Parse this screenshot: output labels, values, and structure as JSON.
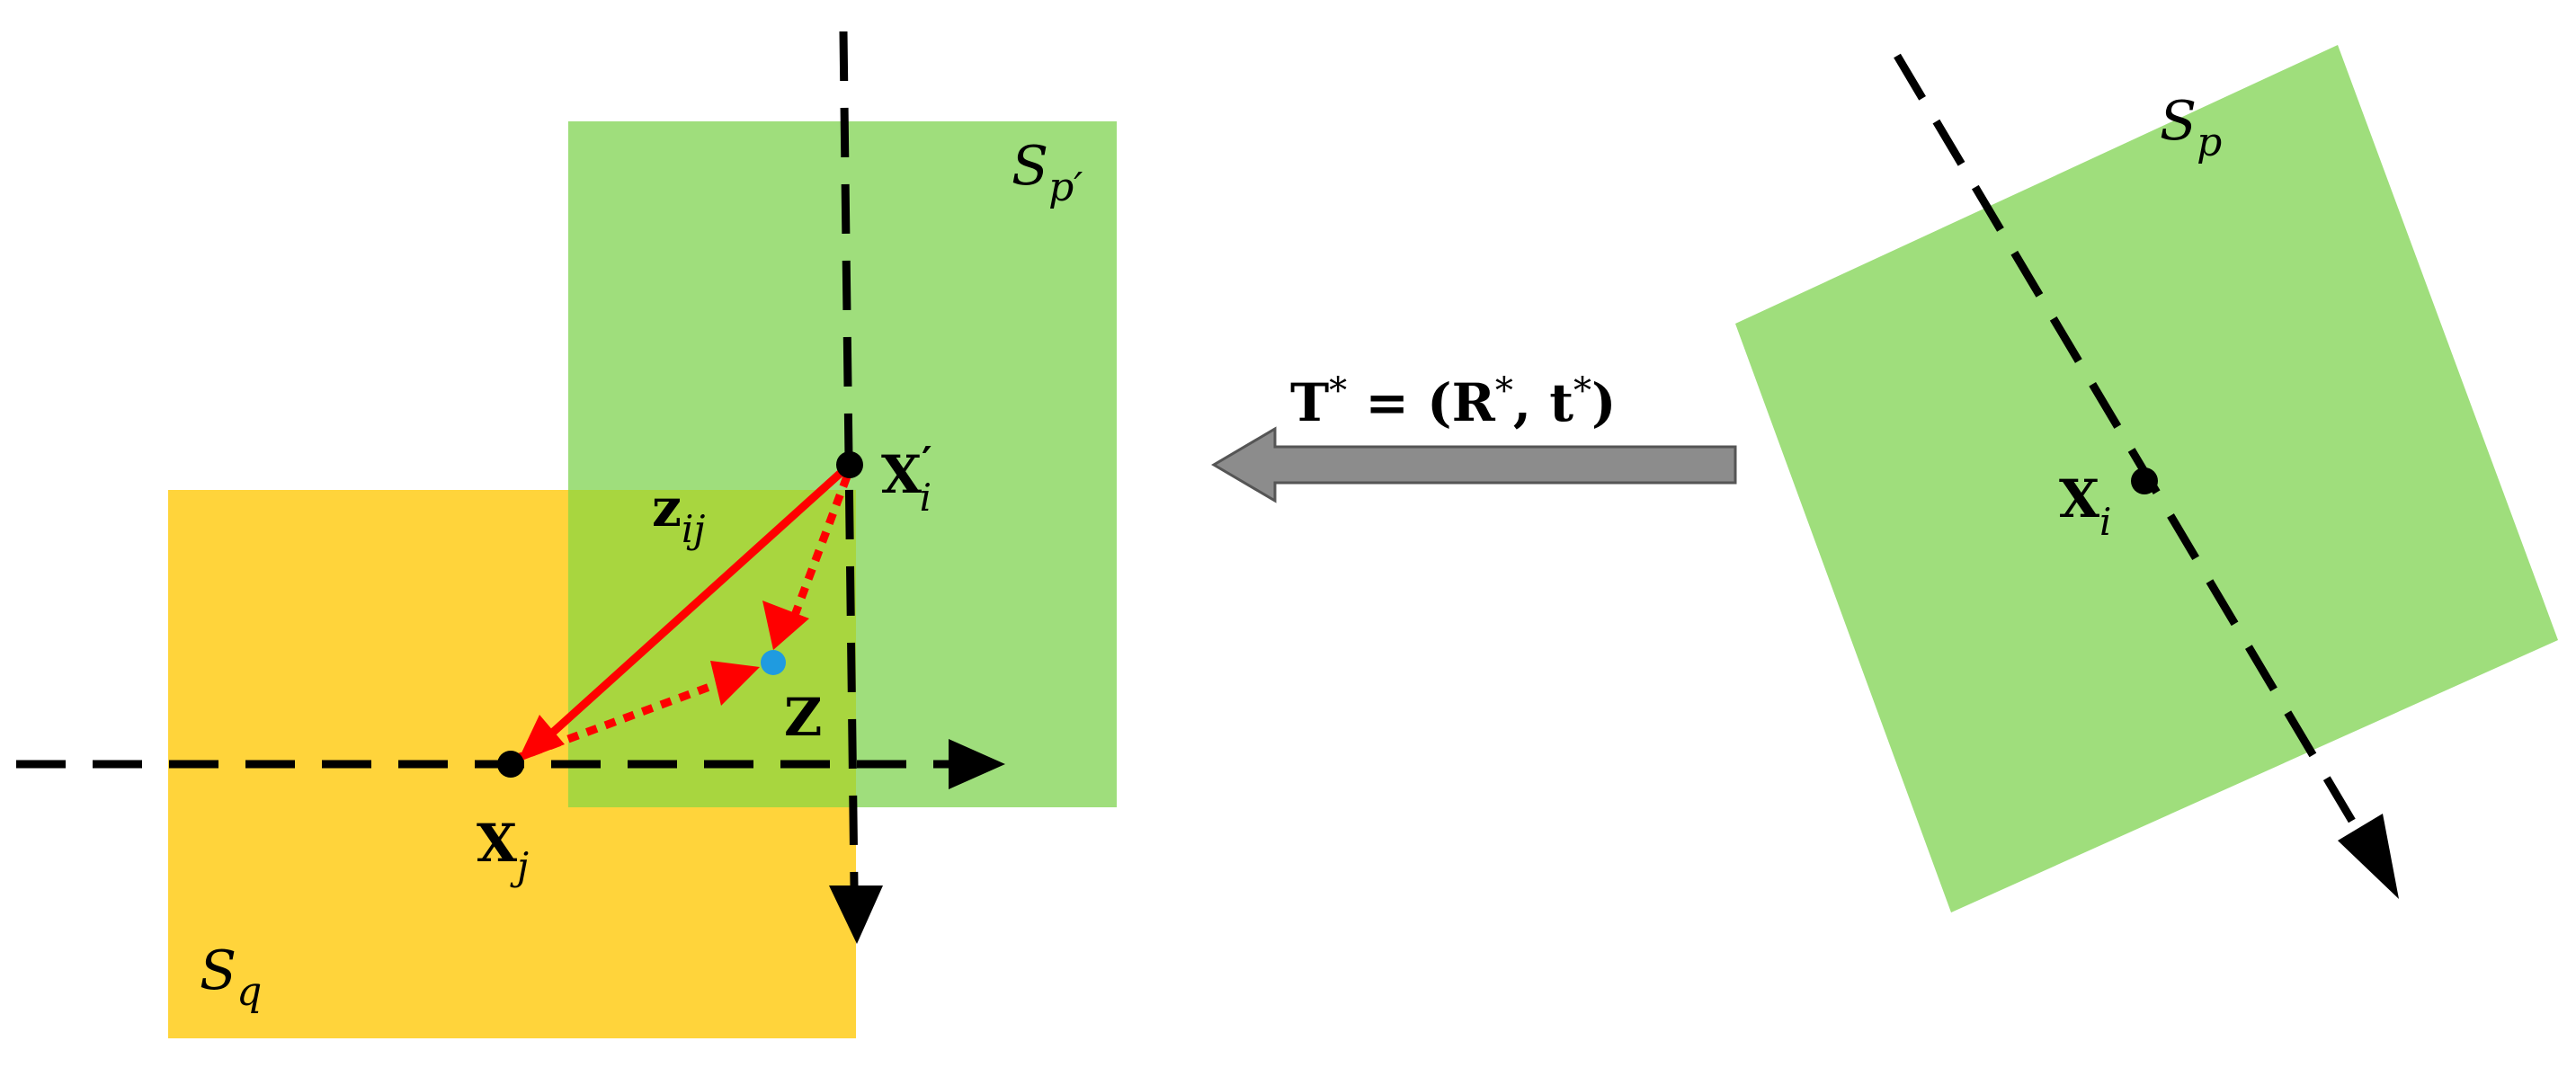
{
  "labels": {
    "S_p_prime": "S",
    "S_p_prime_sub": "p′",
    "S_q": "S",
    "S_q_sub": "q",
    "S_p": "S",
    "S_p_sub": "p",
    "X_i_prime": "X",
    "X_i_prime_sup": "′",
    "X_i_prime_sub": "i",
    "X_j": "X",
    "X_j_sub": "j",
    "X_i": "X",
    "X_i_sub": "i",
    "z_ij": "z",
    "z_ij_sub": "ij",
    "Z": "Z",
    "transform_T": "T",
    "transform_star1": "*",
    "transform_eq": " = (",
    "transform_R": "R",
    "transform_star2": "*",
    "transform_comma": ", ",
    "transform_t": "t",
    "transform_star3": "*",
    "transform_close": ")"
  },
  "colors": {
    "green_plane": "#9FDE7C",
    "yellow_plane": "#FFD43B",
    "overlap": "#A8D63F",
    "red": "#FF0000",
    "blue_point": "#1F9BE0",
    "gray_arrow": "#8C8C8C"
  }
}
